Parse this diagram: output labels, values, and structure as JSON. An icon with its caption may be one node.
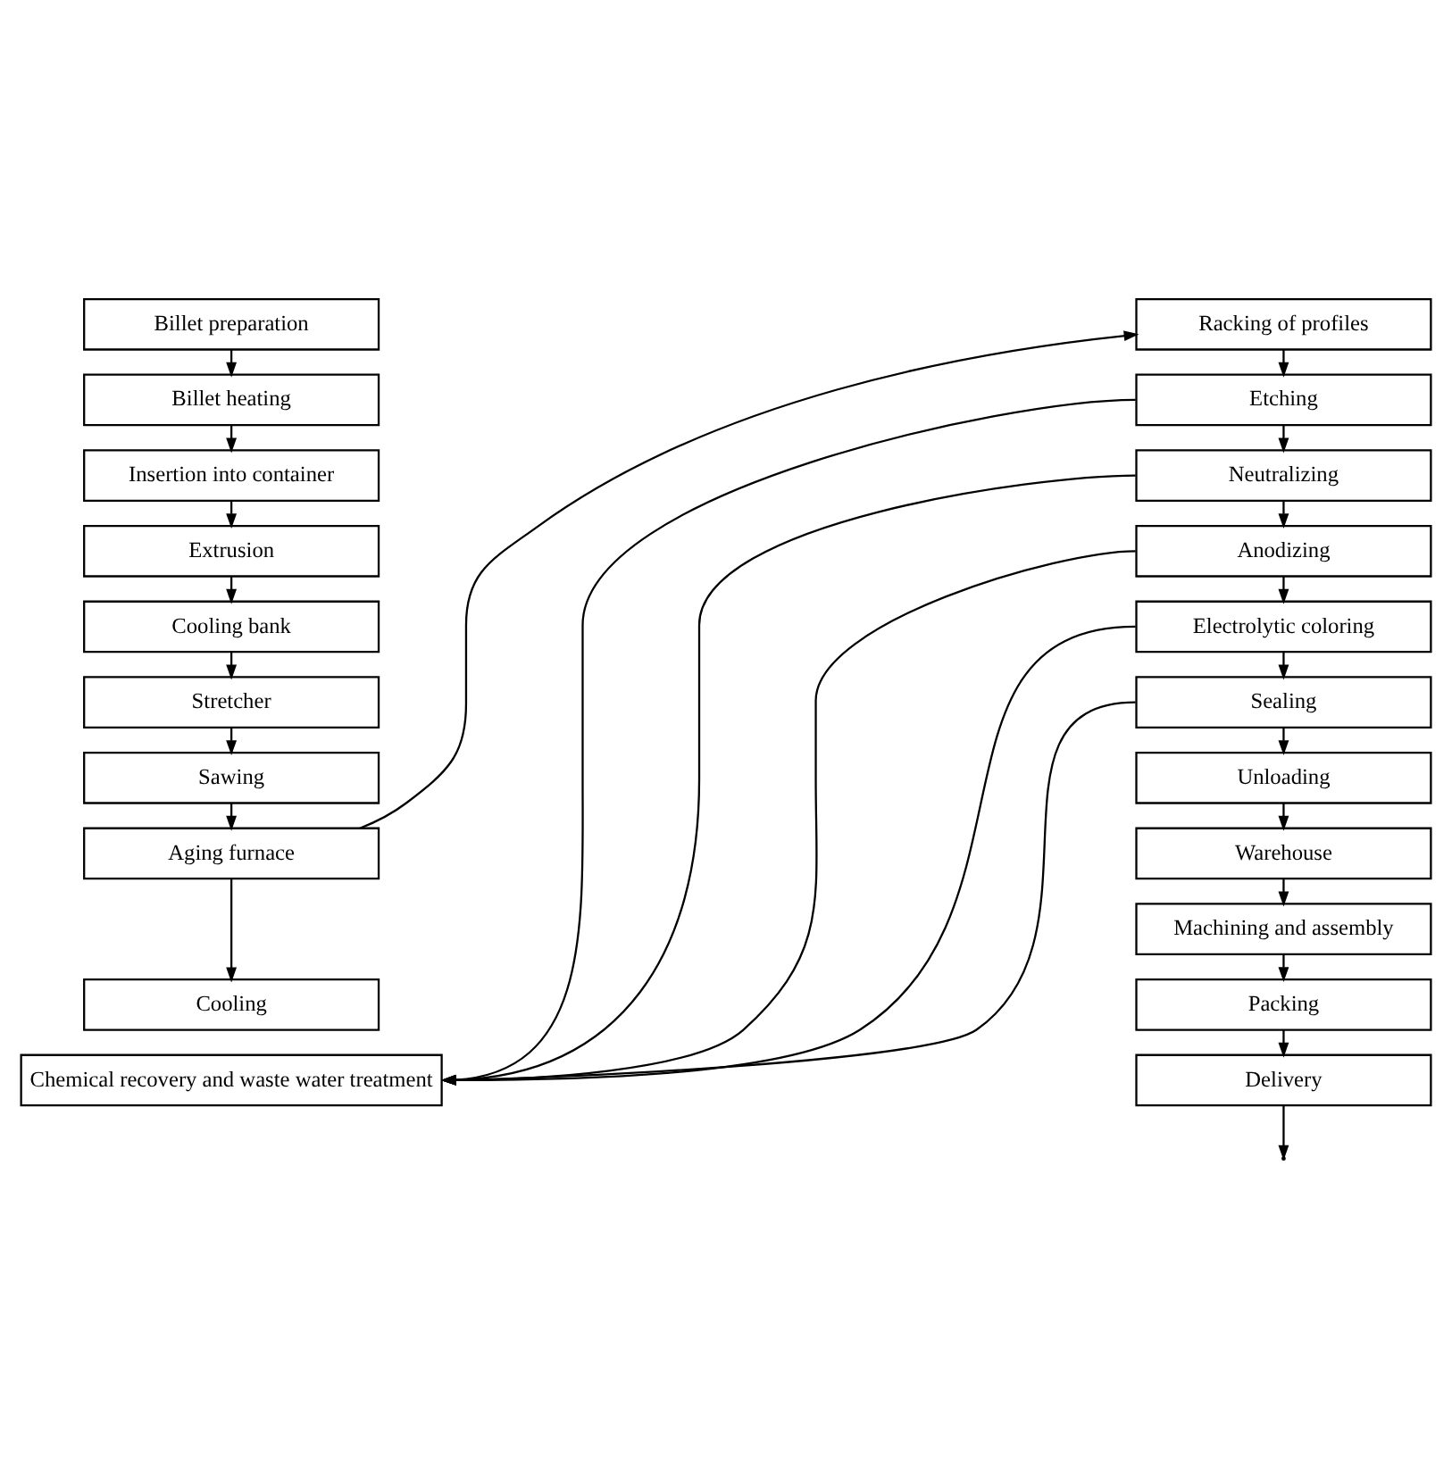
{
  "diagram": {
    "nodes": [
      {
        "text": [
          "Billet preparation"
        ]
      },
      {
        "text": [
          "Billet heating"
        ]
      },
      {
        "text": [
          "Insertion into container"
        ]
      },
      {
        "text": [
          "Extrusion"
        ]
      },
      {
        "text": [
          "Cooling bank"
        ]
      },
      {
        "text": [
          "Stretcher"
        ]
      },
      {
        "text": [
          "Sawing"
        ]
      },
      {
        "text": [
          "Aging furnace"
        ]
      },
      {
        "text": [
          "Cooling"
        ]
      },
      {
        "text": [
          "Chemical recovery and waste water treatment"
        ]
      },
      {
        "text": [
          "Racking of profiles"
        ]
      },
      {
        "text": [
          "Etching"
        ]
      },
      {
        "text": [
          "Neutralizing"
        ]
      },
      {
        "text": [
          "Anodizing"
        ]
      },
      {
        "text": [
          "Electrolytic coloring"
        ]
      },
      {
        "text": [
          "Sealing"
        ]
      },
      {
        "text": [
          "Unloading"
        ]
      },
      {
        "text": [
          "Warehouse"
        ]
      },
      {
        "text": [
          "Machining and assembly"
        ]
      },
      {
        "text": [
          "Packing"
        ]
      },
      {
        "text": [
          "Delivery"
        ]
      }
    ],
    "edges": [
      {
        "from": 0,
        "to": 1,
        "arrow": "to"
      },
      {
        "from": 1,
        "to": 2,
        "arrow": "to"
      },
      {
        "from": 2,
        "to": 3,
        "arrow": "to"
      },
      {
        "from": 3,
        "to": 4,
        "arrow": "to"
      },
      {
        "from": 4,
        "to": 5,
        "arrow": "to"
      },
      {
        "from": 5,
        "to": 6,
        "arrow": "to"
      },
      {
        "from": 6,
        "to": 7,
        "arrow": "to"
      },
      {
        "from": 7,
        "to": 8,
        "arrow": "to"
      },
      {
        "from": 7,
        "to": 10,
        "arrow": "to"
      },
      {
        "from": 10,
        "to": 11,
        "arrow": "to"
      },
      {
        "from": 11,
        "to": 12,
        "arrow": "to"
      },
      {
        "from": 12,
        "to": 13,
        "arrow": "to"
      },
      {
        "from": 13,
        "to": 14,
        "arrow": "to"
      },
      {
        "from": 14,
        "to": 15,
        "arrow": "to"
      },
      {
        "from": 15,
        "to": 16,
        "arrow": "to"
      },
      {
        "from": 16,
        "to": 17,
        "arrow": "to"
      },
      {
        "from": 17,
        "to": 18,
        "arrow": "to"
      },
      {
        "from": 18,
        "to": 19,
        "arrow": "to"
      },
      {
        "from": 19,
        "to": 20,
        "arrow": "to"
      },
      {
        "from": 20,
        "to": null,
        "arrow": "to"
      },
      {
        "from": 11,
        "to": 9,
        "arrow": "to"
      },
      {
        "from": 12,
        "to": 9,
        "arrow": "to"
      },
      {
        "from": 13,
        "to": 9,
        "arrow": "to"
      },
      {
        "from": 14,
        "to": 9,
        "arrow": "to"
      },
      {
        "from": 15,
        "to": 9,
        "arrow": "to"
      }
    ]
  }
}
